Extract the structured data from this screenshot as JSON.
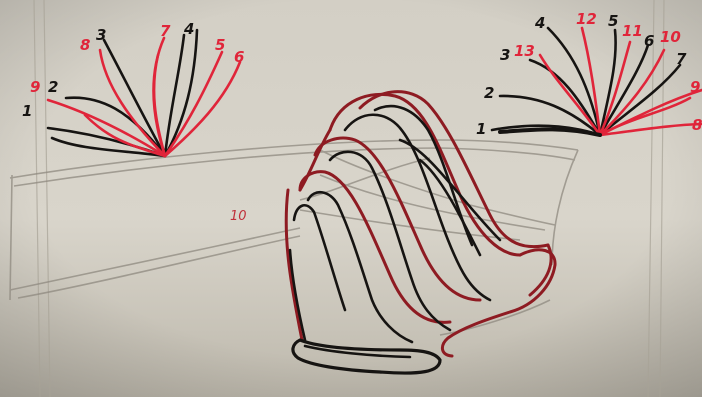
{
  "colors": {
    "paper": "#d9d5cb",
    "paper_shadow": "#b9b4a8",
    "pencil": "#9b968c",
    "ink_black": "#161412",
    "ink_red": "#e0253a",
    "ink_dark_red": "#8e1b22"
  },
  "left_fan": {
    "black_labels": [
      "1",
      "2",
      "3",
      "4"
    ],
    "red_labels": [
      "9",
      "8",
      "7",
      "5",
      "6"
    ]
  },
  "right_fan": {
    "black_labels": [
      "1",
      "2",
      "3",
      "4",
      "5",
      "6",
      "7"
    ],
    "red_labels": [
      "13",
      "12",
      "11",
      "10",
      "9",
      "8"
    ]
  },
  "center": {
    "label": "10"
  }
}
